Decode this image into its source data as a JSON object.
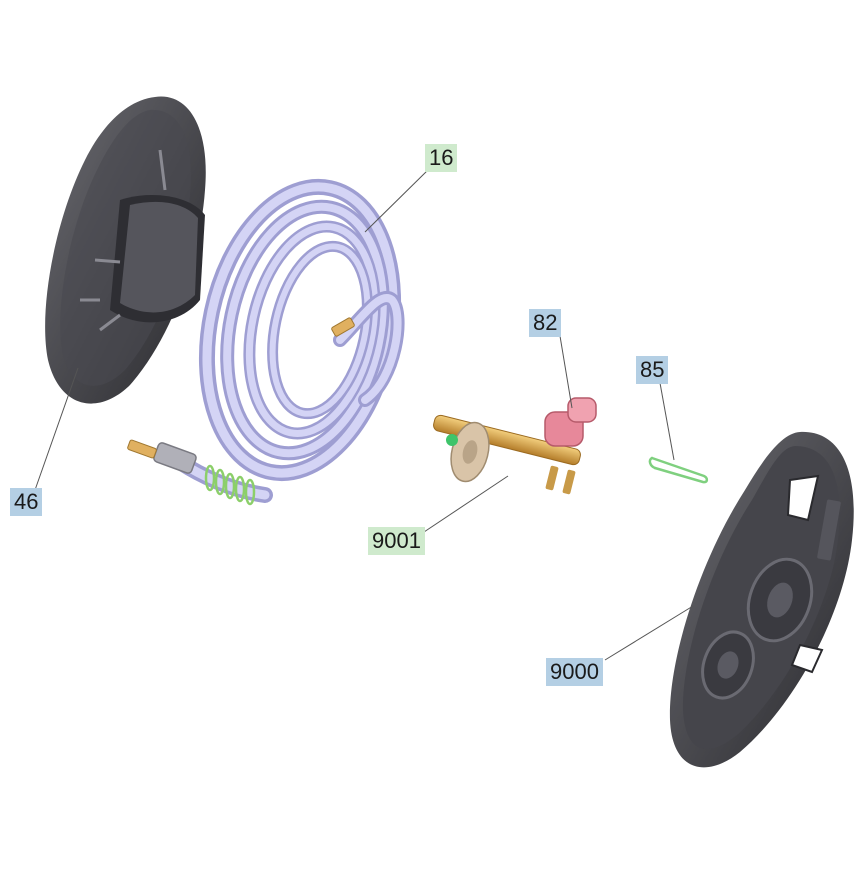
{
  "colors": {
    "blue_tag": "#b4cfe4",
    "green_tag": "#cfeacd",
    "hose": "#c9c9f0",
    "disc": "#3c3c40",
    "axle": "#d8a44a",
    "elbow": "#e88a9a",
    "clip": "#7fd07f"
  },
  "parts": [
    {
      "id": "46",
      "tag_color": "blue",
      "icon": "reel-side-disc-icon"
    },
    {
      "id": "16",
      "tag_color": "green",
      "icon": "hose-coil-icon"
    },
    {
      "id": "82",
      "tag_color": "blue",
      "icon": "elbow-connector-icon"
    },
    {
      "id": "85",
      "tag_color": "blue",
      "icon": "retaining-clip-icon"
    },
    {
      "id": "9001",
      "tag_color": "green",
      "icon": "axle-shaft-icon"
    },
    {
      "id": "9000",
      "tag_color": "blue",
      "icon": "reel-front-disc-icon"
    }
  ]
}
